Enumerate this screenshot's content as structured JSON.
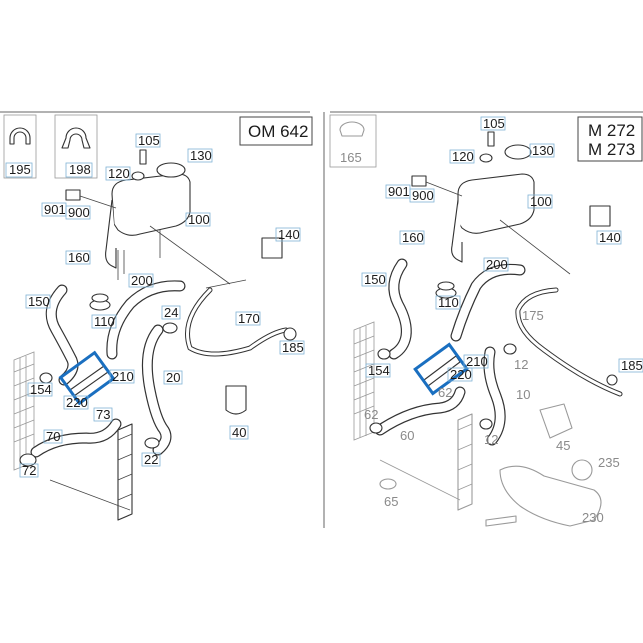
{
  "panels": {
    "left": {
      "title": "OM 642",
      "labels": [
        "105",
        "130",
        "120",
        "901",
        "900",
        "100",
        "140",
        "160",
        "150",
        "200",
        "110",
        "24",
        "170",
        "185",
        "210",
        "154",
        "220",
        "73",
        "20",
        "70",
        "72",
        "22",
        "40"
      ]
    },
    "right": {
      "title_line1": "M 272",
      "title_line2": "M 273",
      "labels": [
        "105",
        "130",
        "120",
        "901",
        "900",
        "100",
        "140",
        "160",
        "150",
        "200",
        "110",
        "175",
        "185",
        "210",
        "154",
        "220",
        "12",
        "62",
        "10",
        "60",
        "45",
        "235",
        "65",
        "230"
      ],
      "grey_labels": [
        "62",
        "60",
        "65",
        "230"
      ]
    }
  },
  "top_left_parts": [
    "195",
    "198"
  ],
  "top_right_part": "165",
  "highlight_color": "#1a6fc0",
  "label_box_color": "#7fb3d6"
}
